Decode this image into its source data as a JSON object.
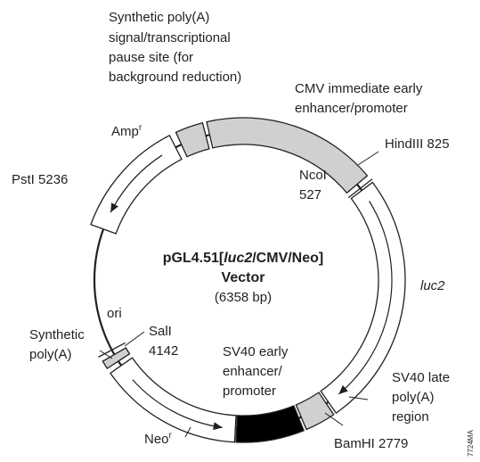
{
  "title": {
    "line1_prefix": "pGL4.51[",
    "line1_gene": "luc2",
    "line1_suffix": "/CMV/Neo]",
    "line2": "Vector",
    "size": "(6358 bp)"
  },
  "labels": {
    "poly_a_signal": [
      "Synthetic poly(A)",
      "signal/transcriptional",
      "pause site (for",
      "background reduction)"
    ],
    "cmv": [
      "CMV immediate early",
      "enhancer/promoter"
    ],
    "hindiii": "HindIII 825",
    "ncoi": [
      "NcoI",
      "527"
    ],
    "amp": "Amp",
    "amp_sup": "r",
    "psti": "PstI 5236",
    "luc2": "luc2",
    "ori": "ori",
    "sali": [
      "SalI",
      "4142"
    ],
    "synthetic_polya": [
      "Synthetic",
      "poly(A)"
    ],
    "sv40_early": [
      "SV40 early",
      "enhancer/",
      "promoter"
    ],
    "sv40_late": [
      "SV40 late",
      "poly(A)",
      "region"
    ],
    "neo": "Neo",
    "neo_sup": "r",
    "bamhi": "BamHI 2779",
    "figure_id": "7724MA"
  },
  "colors": {
    "line": "#231f20",
    "gray_block": "#d0d0d0",
    "black_block": "#000000",
    "white_block": "#ffffff"
  }
}
